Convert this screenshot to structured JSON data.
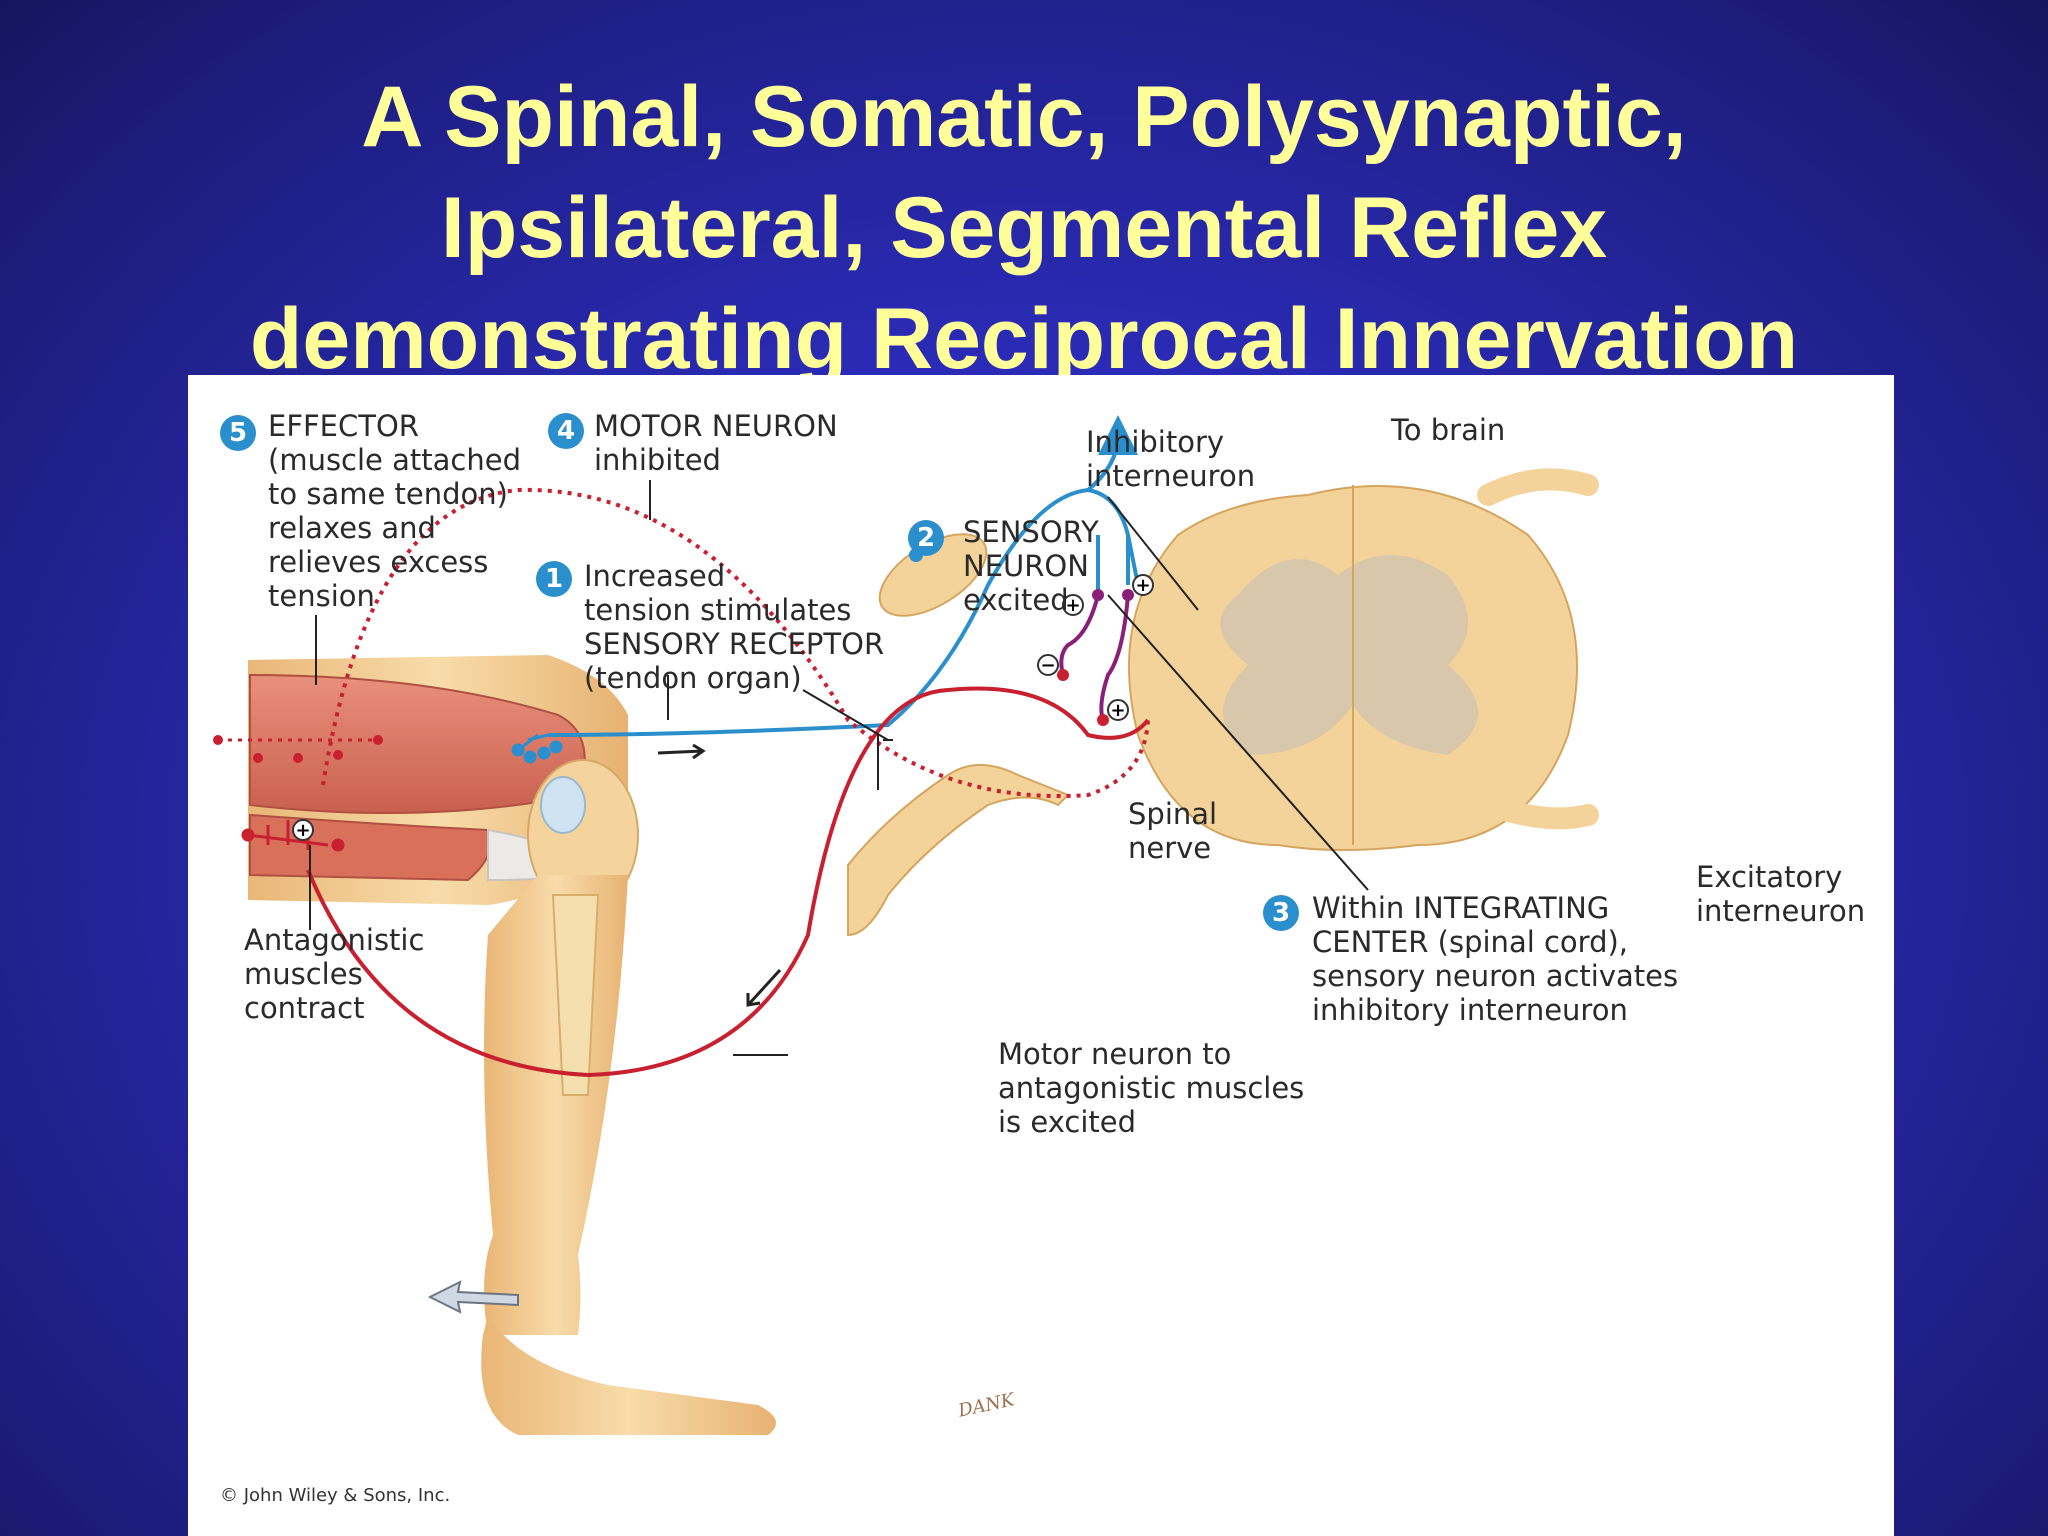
{
  "title": {
    "line1": "A Spinal, Somatic, Polysynaptic,",
    "line2": "Ipsilateral, Segmental Reflex",
    "line3": "demonstrating Reciprocal Innervation"
  },
  "steps": [
    {
      "num": "1",
      "lines": [
        "Increased",
        "tension stimulates",
        "SENSORY RECEPTOR",
        "(tendon organ)"
      ]
    },
    {
      "num": "2",
      "lines": [
        "SENSORY",
        "NEURON",
        "excited"
      ]
    },
    {
      "num": "3",
      "lines": [
        "Within INTEGRATING",
        "CENTER (spinal cord),",
        "sensory neuron activates",
        "inhibitory interneuron"
      ]
    },
    {
      "num": "4",
      "lines": [
        "MOTOR NEURON",
        "inhibited"
      ]
    },
    {
      "num": "5",
      "lines": [
        "EFFECTOR",
        "(muscle attached",
        "to same tendon)",
        "relaxes and",
        "relieves excess",
        "tension"
      ]
    }
  ],
  "labels": {
    "inhibitory": [
      "Inhibitory",
      "interneuron"
    ],
    "to_brain": "To brain",
    "spinal_nerve": [
      "Spinal",
      "nerve"
    ],
    "excitatory": [
      "Excitatory",
      "interneuron"
    ],
    "antagonistic": [
      "Antagonistic",
      "muscles",
      "contract"
    ],
    "motor_antagonistic": [
      "Motor neuron to",
      "antagonistic muscles",
      "is excited"
    ]
  },
  "copyright": "© John Wiley & Sons, Inc.",
  "signature": "DANK",
  "colors": {
    "background": "#2b2bb8",
    "title": "#ffff99",
    "sensory": "#2a8fcc",
    "motor": "#c8202f",
    "interneuron": "#8a1f7a",
    "muscle": "#e07c6a",
    "skin": "#f3cf95"
  }
}
